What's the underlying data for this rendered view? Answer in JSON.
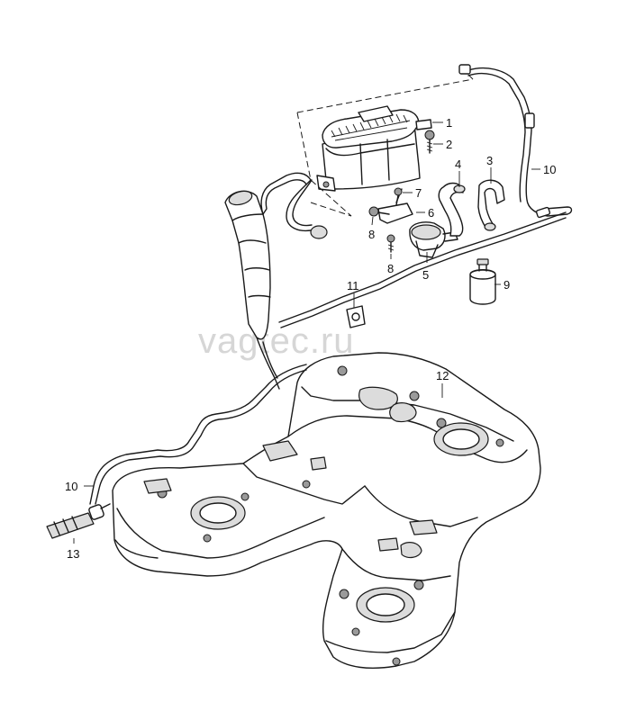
{
  "watermark": "vagtec.ru",
  "callouts": {
    "c1": "1",
    "c2": "2",
    "c3": "3",
    "c4": "4",
    "c5": "5",
    "c6": "6",
    "c7": "7",
    "c8a": "8",
    "c8b": "8",
    "c9": "9",
    "c10a": "10",
    "c10b": "10",
    "c11": "11",
    "c12": "12",
    "c13": "13"
  }
}
